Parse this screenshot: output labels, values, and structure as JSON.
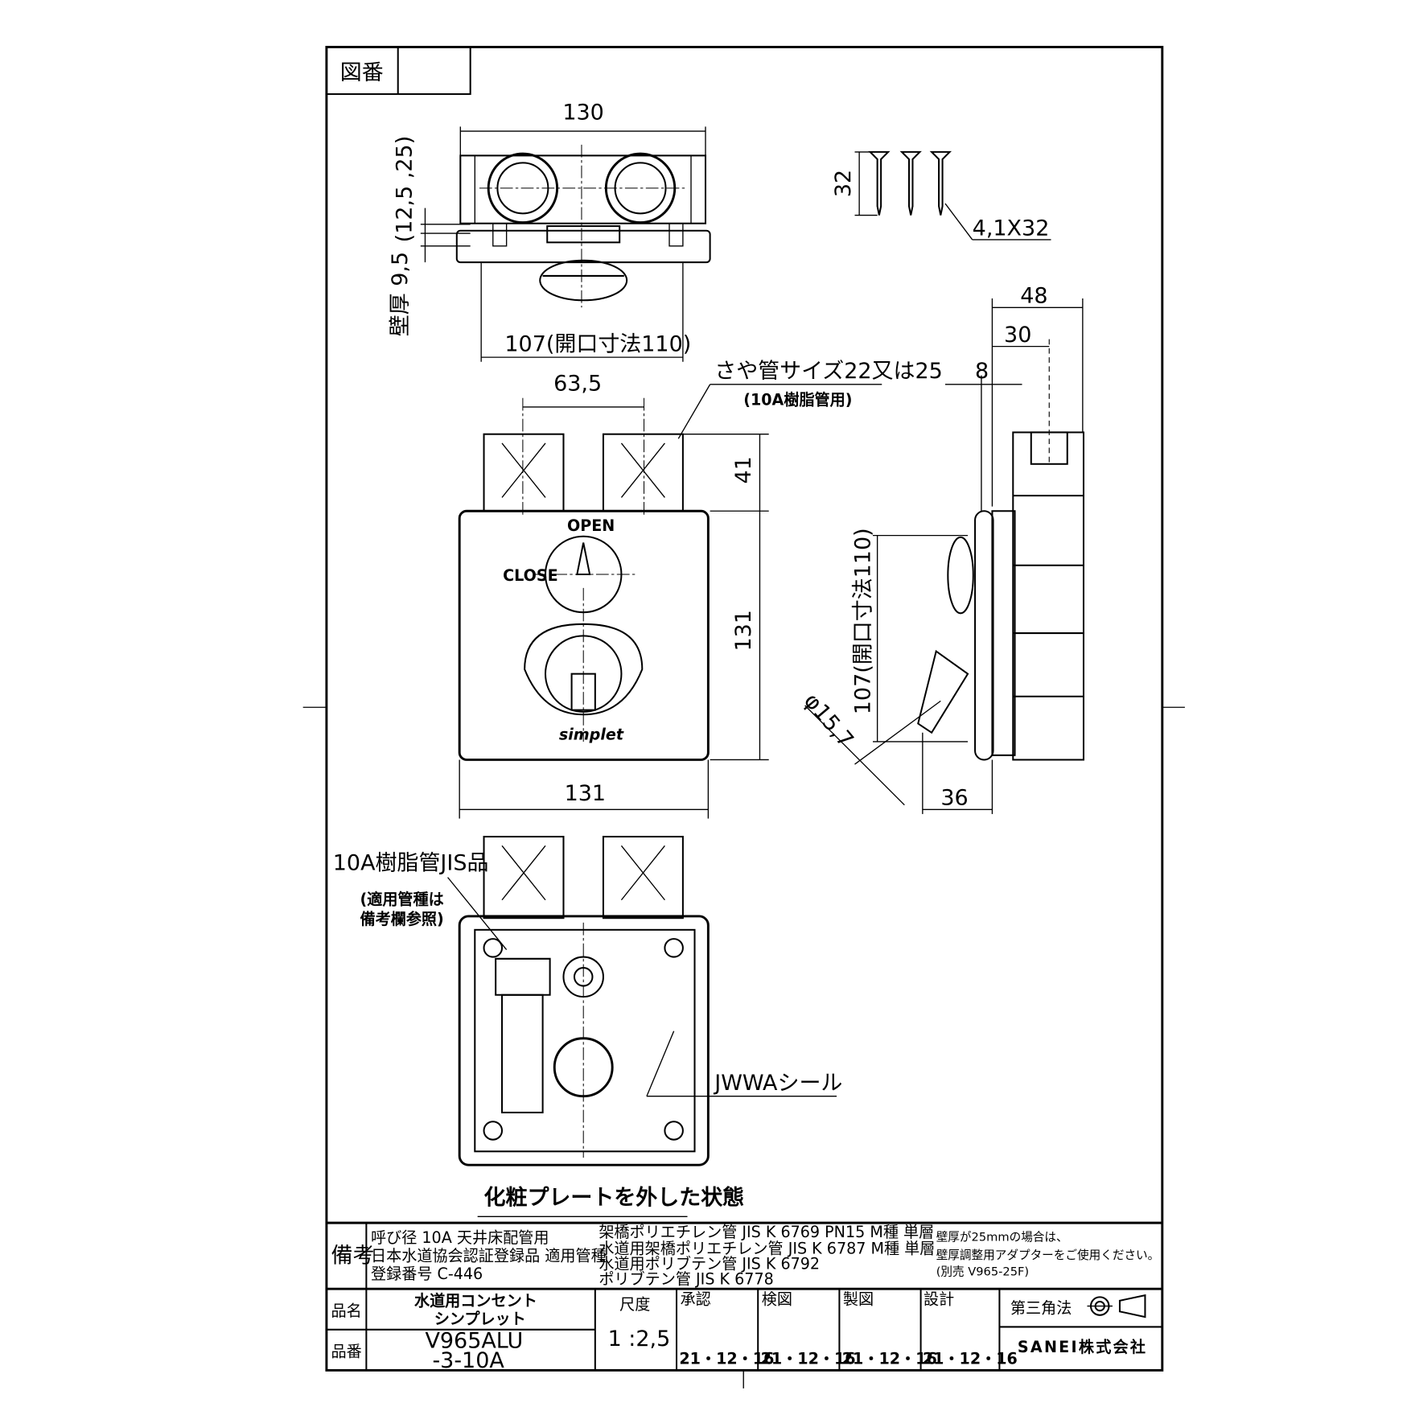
{
  "drawing": {
    "number_label": "図番",
    "number_value": "",
    "top_view": {
      "width": "130",
      "wall_adjust": "(12,5 ,25)",
      "wall_thickness": "壁厚 9,5",
      "opening": "107(開口寸法110)"
    },
    "screws": {
      "length": "32",
      "spec": "4,1X32"
    },
    "side_view": {
      "depth_total": "48",
      "depth_body": "30",
      "depth_plate": "8",
      "opening_vertical": "107(開口寸法110)",
      "hose_diameter": "φ15,7",
      "hose_offset": "36"
    },
    "front_view": {
      "pipe_pitch": "63,5",
      "sleeve_note": "さや管サイズ22又は25",
      "sleeve_note2": "(10A樹脂管用)",
      "pipe_length": "41",
      "height": "131",
      "width": "131",
      "open_label": "OPEN",
      "close_label": "CLOSE",
      "brand": "simplet"
    },
    "inner_view": {
      "pipe_note": "10A樹脂管JIS品",
      "pipe_note2": "(適用管種は",
      "pipe_note3": "備考欄参照)",
      "seal_label": "JWWAシール",
      "caption": "化粧プレートを外した状態"
    }
  },
  "title_block": {
    "remarks_label": "備考",
    "remarks_col1": [
      "呼び径 10A  天井床配管用",
      "日本水道協会認証登録品 適用管種",
      "登録番号 C-446"
    ],
    "remarks_col2": [
      "架橋ポリエチレン管 JIS K 6769 PN15 M種 単層",
      "水道用架橋ポリエチレン管 JIS K 6787 M種 単層",
      "水道用ポリブテン管 JIS K 6792",
      "ポリブテン管 JIS K 6778"
    ],
    "remarks_col3": [
      "壁厚が25mmの場合は、",
      "壁厚調整用アダプターをご使用ください。",
      "(別売 V965-25F)"
    ],
    "name_label": "品名",
    "name_value_1": "水道用コンセント",
    "name_value_2": "シンプレット",
    "part_label": "品番",
    "part_value_1": "V965ALU",
    "part_value_2": "-3-10A",
    "scale_label": "尺度",
    "scale_value": "1 :2,5",
    "approval_label": "承認",
    "approval_date": "21・12・16",
    "check_label": "検図",
    "check_date": "21・12・16",
    "drafting_label": "製図",
    "drafting_date": "21・12・16",
    "design_label": "設計",
    "design_date": "21・12・16",
    "projection": "第三角法",
    "company": "SANEI株式会社"
  }
}
